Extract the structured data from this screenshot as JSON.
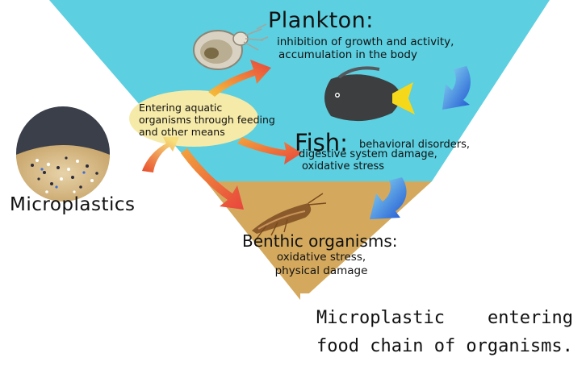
{
  "plankton": {
    "title": "Plankton:",
    "effects_line1": "inhibition of growth and activity,",
    "effects_line2": "accumulation in the body"
  },
  "fish": {
    "title": "Fish:",
    "effects_line1": "behavioral disorders,",
    "effects_line2": "digestive system damage,",
    "effects_line3": "oxidative stress"
  },
  "benthic": {
    "title": "Benthic organisms:",
    "effects_line1": "oxidative stress,",
    "effects_line2": "physical damage"
  },
  "entry": {
    "line1": "Entering aquatic",
    "line2": "organisms through feeding",
    "line3": "and other means"
  },
  "source": {
    "label": "Microplastics"
  },
  "caption": {
    "text": "Microplastic entering food chain of organisms."
  },
  "colors": {
    "water_zone": "#5ccfe0",
    "sediment_zone": "#d4a95e",
    "entry_ellipse": "#f6eaa8",
    "red_arrow": "#e8453c",
    "blue_arrow": "#1f66d8"
  },
  "icons": {
    "plankton": "plankton-icon",
    "fish": "fish-icon",
    "benthic": "shrimp-icon",
    "microplastics": "microplastic-pile-icon"
  }
}
